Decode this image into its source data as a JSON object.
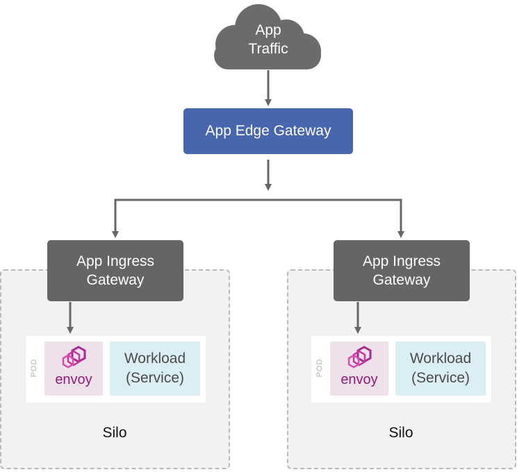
{
  "cloud": {
    "label_line1": "App",
    "label_line2": "Traffic"
  },
  "edge_gateway": {
    "label": "App Edge Gateway"
  },
  "silos": [
    {
      "ingress": {
        "line1": "App Ingress",
        "line2": "Gateway"
      },
      "pod_label": "POD",
      "envoy_label": "envoy",
      "workload": {
        "line1": "Workload",
        "line2": "(Service)"
      },
      "silo_label": "Silo"
    },
    {
      "ingress": {
        "line1": "App Ingress",
        "line2": "Gateway"
      },
      "pod_label": "POD",
      "envoy_label": "envoy",
      "workload": {
        "line1": "Workload",
        "line2": "(Service)"
      },
      "silo_label": "Silo"
    }
  ],
  "colors": {
    "cloud": "#6b6b6b",
    "edge_gateway": "#4766ad",
    "ingress_gateway": "#656565",
    "envoy_bg": "#efe1ea",
    "envoy_brand": "#a7288f",
    "workload_bg": "#dbeef3",
    "connector": "#666666"
  }
}
